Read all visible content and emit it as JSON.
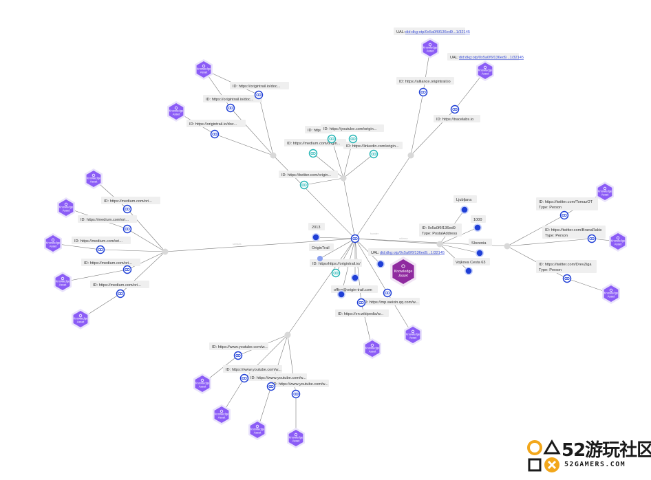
{
  "knowledge_asset_label": [
    "Knowledge",
    "Asset"
  ],
  "center_knowledge_asset_label": [
    "Knowledge",
    "Asset"
  ],
  "labels": {
    "ual_top1_prefix": "UAL:",
    "ual_top1": "did:dkg:otp/0x5a0f6f136ed9...1/32145",
    "ual_top2_prefix": "UAL:",
    "ual_top2": "did:dkg:otp/0x5a0f6f136ed9...1/32145",
    "ual_center_prefix": "UAL:",
    "ual_center": "did:dkg:otp/0x5a0f6f136ed9...1/32145",
    "id_alliance": "ID: https://alliance.origintrail.io",
    "id_tracelabs": "ID: https://tracelabs.io",
    "id_ot_doc1": "ID: https://origintrail.io/doc...",
    "id_ot_doc2": "ID: https://origintrail.io/doc...",
    "id_ot_doc3": "ID: https://origintrail.io/doc...",
    "id_https_short": "ID: https:...",
    "id_youtube_origin": "ID: https://youtube.com/origin...",
    "id_medium_origin": "ID: https://medium.com/origin...",
    "id_linkedin_origin": "ID: https://linkedin.com/origin...",
    "id_twitter_origin": "ID: https://twitter.com/origin...",
    "id_medium1": "ID: https://medium.com/ori...",
    "id_medium2": "ID: https://medium.com/ori...",
    "id_medium3": "ID: https://medium.com/ori...",
    "id_medium4": "ID: https://medium.com/ori...",
    "id_medium5": "ID: https://medium.com/ori...",
    "year": "2013",
    "name": "OriginTrail",
    "id_ot_center": "ID: httpsrhttps://origintrail.io/",
    "email": "office@origin-trail.com",
    "id_weixin": "ID: https://mp.weixin.qq.com/w...",
    "id_wikipedia": "ID: https://en.wikipedia/w...",
    "id_youtube1": "ID: https://www.youtube.com/w...",
    "id_youtube2": "ID: https://www.youtube.com/w...",
    "id_youtube3": "ID: https://www.youtube.com/w...",
    "id_youtube4": "ID: https://www.youtube.com/w...",
    "city": "Ljubljana",
    "postal_code": "1000",
    "id_postal": "ID: 0x5a0f6f136ed9",
    "type_postal": "Type: PostalAddress",
    "country": "Slovenia",
    "street": "Vojkova Cesta 63",
    "id_twitter_tomaz": "ID: https://twitter.com/TomazOT",
    "type_person1": "Type: Person",
    "id_twitter_branislav": "ID: https://twitter.com/BranaRakic",
    "type_person2": "Type: Person",
    "id_twitter_drev": "ID: https://twitter.com/DrevZiga",
    "type_person3": "Type: Person"
  },
  "edge_labels": {
    "sameAs": "sameAs",
    "founder": "founder",
    "address": "address"
  },
  "watermark": {
    "brand": "52游玩社区",
    "domain": "52GAMERS.COM"
  },
  "colors": {
    "asset": "#8b5cf6",
    "asset_glow": "#e9e3fb",
    "asset_center": "#8f2a9f",
    "node_blue": "#1f3fd6",
    "node_teal": "#24b5b5",
    "hub": "#d8d8d8",
    "edge": "#7a7a7a"
  }
}
